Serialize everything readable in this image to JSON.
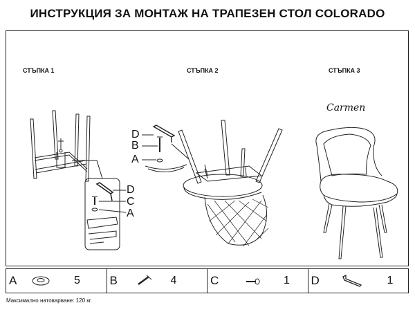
{
  "title": "ИНСТРУКЦИЯ ЗА МОНТАЖ НА ТРАПЕЗЕН СТОЛ COLORADO",
  "steps": [
    "СТЪПКА 1",
    "СТЪПКА 2",
    "СТЪПКА 3"
  ],
  "brand": "Carmen",
  "callouts": {
    "a": "A",
    "b": "B",
    "c": "C",
    "d": "D"
  },
  "parts": [
    {
      "letter": "A",
      "qty": "5",
      "icon": "washer-icon"
    },
    {
      "letter": "B",
      "qty": "4",
      "icon": "bolt-icon"
    },
    {
      "letter": "C",
      "qty": "1",
      "icon": "screw-icon"
    },
    {
      "letter": "D",
      "qty": "1",
      "icon": "allen-key-icon"
    }
  ],
  "note": "Максимално натоварване: 120 кг."
}
